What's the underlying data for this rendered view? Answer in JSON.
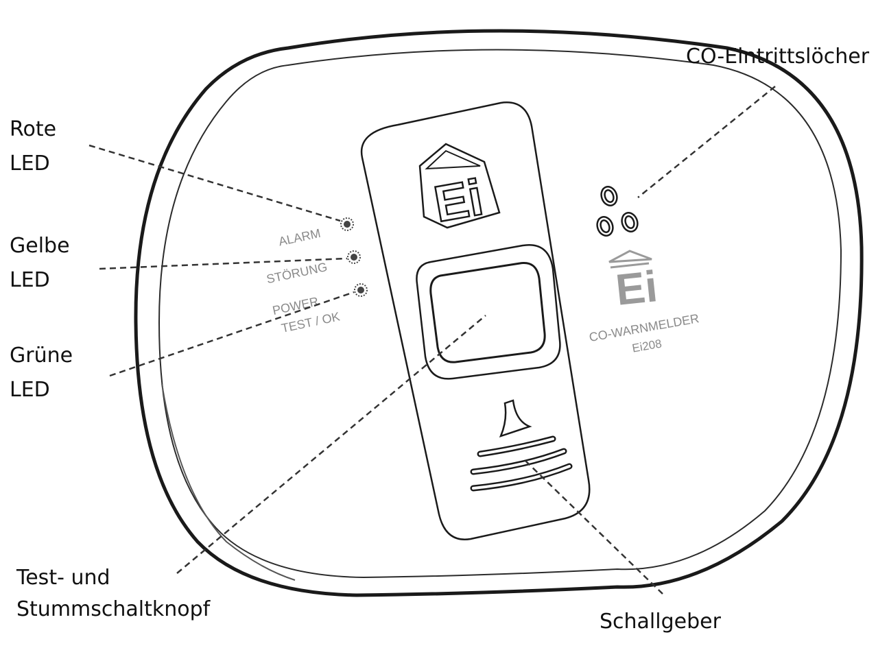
{
  "callouts": {
    "red_led": [
      "Rote",
      "LED"
    ],
    "yellow_led": [
      "Gelbe",
      "LED"
    ],
    "green_led": [
      "Grüne",
      "LED"
    ],
    "test_button": [
      "Test- und",
      "Stummschaltknopf"
    ],
    "co_holes": "CO-Eintrittslöcher",
    "sounder": "Schallgeber"
  },
  "device": {
    "logo_top": "Ei",
    "led_labels": {
      "alarm": "ALARM",
      "fault": "STÖRUNG",
      "power": "POWER",
      "test": "TEST / OK"
    },
    "brand_logo": "Ei",
    "product_name": "CO-WARNMELDER",
    "model": "Ei208"
  },
  "colors": {
    "outline": "#1a1a1a",
    "print_gray": "#8a8a8a",
    "logo_gray": "#9a9a9a",
    "led_fill": "#444444",
    "leader": "#333333"
  }
}
